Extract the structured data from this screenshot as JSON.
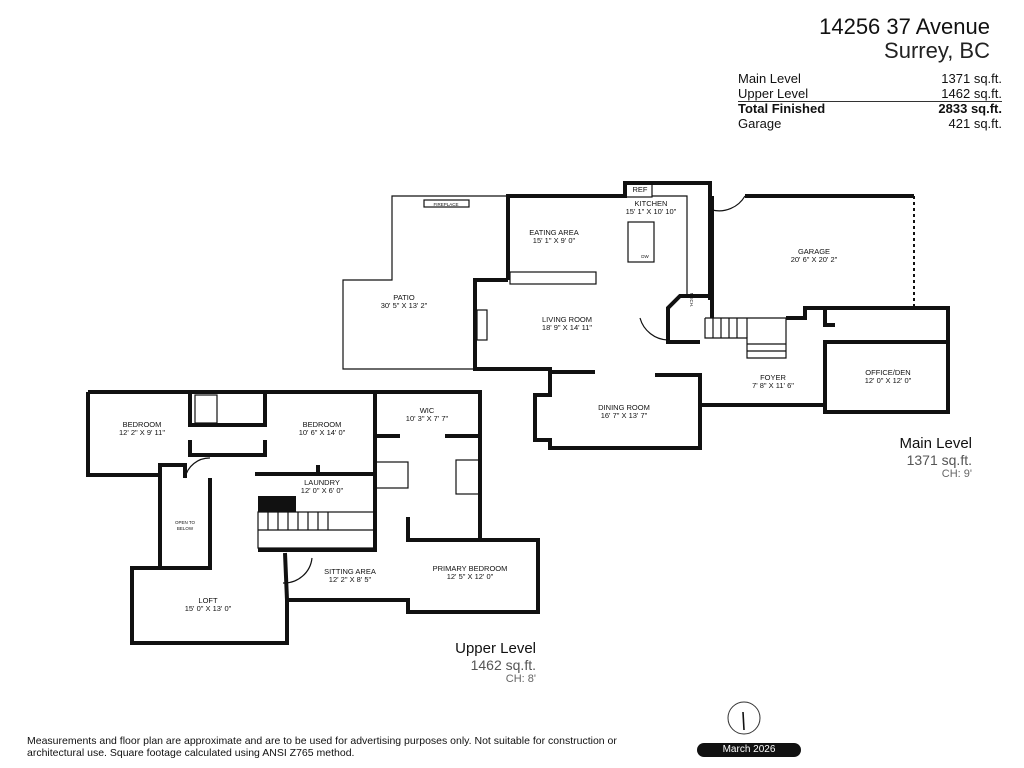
{
  "header": {
    "address_line1": "14256 37 Avenue",
    "address_line2": "Surrey, BC"
  },
  "summary": [
    {
      "label": "Main Level",
      "value": "1371 sq.ft."
    },
    {
      "label": "Upper Level",
      "value": "1462 sq.ft."
    },
    {
      "label": "Total Finished",
      "value": "2833 sq.ft."
    },
    {
      "label": "Garage",
      "value": "421 sq.ft."
    }
  ],
  "main_level": {
    "title": "Main Level",
    "area": "1371 sq.ft.",
    "ceiling": "CH: 9'",
    "rooms": [
      {
        "name": "KITCHEN",
        "size": "15' 1\" X 10' 10\""
      },
      {
        "name": "EATING AREA",
        "size": "15' 1\" X 9' 0\""
      },
      {
        "name": "PATIO",
        "size": "30' 5\" X 13' 2\""
      },
      {
        "name": "LIVING ROOM",
        "size": "18' 9\" X 14' 11\""
      },
      {
        "name": "GARAGE",
        "size": "20' 6\" X 20' 2\""
      },
      {
        "name": "FOYER",
        "size": "7' 8\" X 11' 6\""
      },
      {
        "name": "OFFICE/DEN",
        "size": "12' 0\" X 12' 0\""
      },
      {
        "name": "DINING ROOM",
        "size": "16' 7\" X 13' 7\""
      }
    ],
    "fixtures": {
      "ref": "REF",
      "fireplace": "FIREPLACE",
      "mech": "MECH.",
      "dw": "DW"
    }
  },
  "upper_level": {
    "title": "Upper Level",
    "area": "1462 sq.ft.",
    "ceiling": "CH: 8'",
    "rooms": [
      {
        "name": "BEDROOM",
        "size": "12' 2\" X 9' 11\""
      },
      {
        "name": "BEDROOM",
        "size": "10' 6\" X 14' 0\""
      },
      {
        "name": "WIC",
        "size": "10' 3\" X 7' 7\""
      },
      {
        "name": "LAUNDRY",
        "size": "12' 0\" X 6' 0\""
      },
      {
        "name": "SITTING AREA",
        "size": "12' 2\" X 8' 5\""
      },
      {
        "name": "PRIMARY BEDROOM",
        "size": "12' 5\" X 12' 0\""
      },
      {
        "name": "LOFT",
        "size": "15' 0\" X 13' 0\""
      }
    ],
    "open_to_below": [
      "OPEN TO",
      "BELOW"
    ]
  },
  "footer": {
    "disclaimer": "Measurements and floor plan are approximate and are to be used for advertising purposes only. Not suitable for construction or architectural use. Square footage calculated using ANSI Z765 method.",
    "date": "March 2026",
    "compass_icon": "north-arrow-icon"
  }
}
